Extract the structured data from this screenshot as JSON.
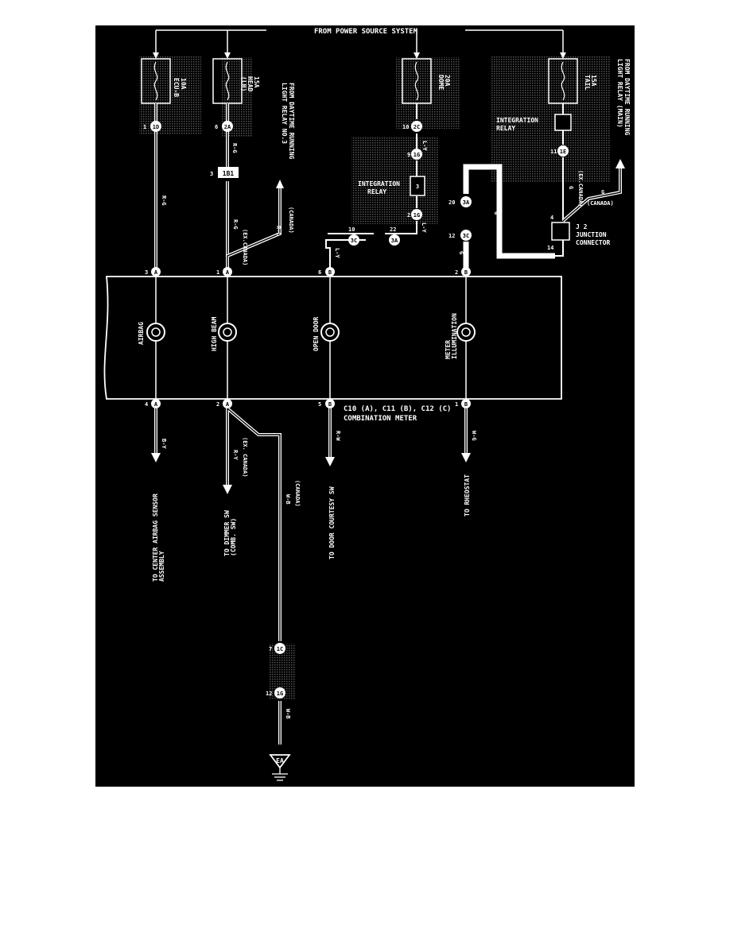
{
  "header": {
    "source": "FROM POWER SOURCE SYSTEM"
  },
  "fuses": {
    "ecu": {
      "rating": "10A",
      "name": "ECU-B"
    },
    "head": {
      "rating": "15A",
      "name": "HEAD",
      "side": "(LH)"
    },
    "dome": {
      "rating": "20A",
      "name": "DOME"
    },
    "tail": {
      "rating": "15A",
      "name": "TAIL"
    }
  },
  "relays": {
    "integration_left": {
      "line1": "INTEGRATION",
      "line2": "RELAY"
    },
    "integration_right": {
      "line1": "INTEGRATION",
      "line2": "RELAY"
    }
  },
  "daytime": {
    "no3_line1": "FROM DAYTIME RUNNING",
    "no3_line2": "LIGHT RELAY NO.3",
    "main_line1": "FROM DAYTIME RUNNING",
    "main_line2": "LIGHT RELAY (MAIN)"
  },
  "junction": {
    "id": "J 2",
    "line1": "JUNCTION",
    "line2": "CONNECTOR",
    "pin_top": "4",
    "pin_bottom": "14"
  },
  "wires": {
    "rg_ecu": "R-G",
    "rg_head": "R-G",
    "r_excanada": "R-G",
    "r_canada": "R-L",
    "ly_dome": "L-Y",
    "ly_mid": "L-Y",
    "ly_left": "L-Y",
    "g_tail": "G",
    "g_canada": "G",
    "g_loop": "G",
    "g_meter": "G",
    "by": "B-Y",
    "ry": "R-Y",
    "wb": "W-B",
    "rw": "R-W",
    "wg": "W-G",
    "wb_bottom": "W-B"
  },
  "conditions": {
    "ex_canada": "(EX.CANADA)",
    "canada": "(CANADA)",
    "ex_canada_tail": "(EX.CANADA)",
    "canada_g": "(CANADA)",
    "ex_canada_low": "(EX. CANADA)",
    "canada_low": "(CANADA)"
  },
  "pins": {
    "p1": "1",
    "p6": "6",
    "p10": "10",
    "p9": "9",
    "p3": "3",
    "p2": "2",
    "p11": "11",
    "p20": "20",
    "p12": "12",
    "p22": "22",
    "p10b": "10",
    "p3b": "3",
    "p7": "7",
    "p12b": "12"
  },
  "connectors": {
    "c1d": "1D",
    "c2a": "2A",
    "c2c": "2C",
    "c1g": "1G",
    "c1b1": "1B1",
    "c1g2": "1G",
    "c1e": "1E",
    "c3a": "3A",
    "c3c": "3C",
    "c3c2": "3C",
    "c3a2": "3A",
    "c1c": "1C",
    "c1g3": "1G"
  },
  "meter": {
    "pins_top": [
      {
        "num": "3",
        "conn": "A"
      },
      {
        "num": "1",
        "conn": "A"
      },
      {
        "num": "6",
        "conn": "B"
      },
      {
        "num": "2",
        "conn": "B"
      }
    ],
    "pins_bottom": [
      {
        "num": "4",
        "conn": "A"
      },
      {
        "num": "2",
        "conn": "A"
      },
      {
        "num": "5",
        "conn": "B"
      },
      {
        "num": "1",
        "conn": "B"
      }
    ],
    "indicators": [
      "AIRBAG",
      "HIGH BEAM",
      "OPEN DOOR",
      "METER",
      "ILLUMINATION"
    ],
    "legend": "C10 (A), C11 (B), C12 (C)",
    "legend_name": "COMBINATION METER"
  },
  "destinations": {
    "airbag_line1": "TO CENTER AIRBAG SENSOR",
    "airbag_line2": "ASSEMBLY",
    "dimmer_line1": "TO DIMMER SW",
    "dimmer_line2": "(COMB. SW)",
    "door": "TO DOOR COURTESY SW",
    "rheostat": "TO RHEOSTAT"
  },
  "ground": {
    "label": "EA"
  },
  "colors": {
    "panel": "#000000",
    "line": "#ffffff",
    "shade": "#3a3a3a"
  }
}
